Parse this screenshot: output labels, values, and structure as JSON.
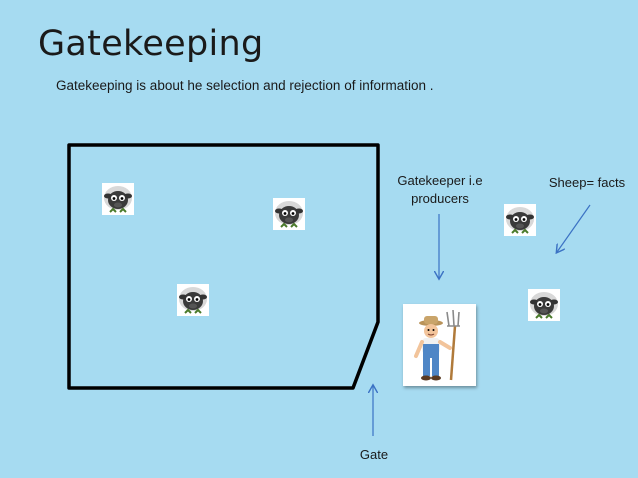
{
  "slide": {
    "title": "Gatekeeping",
    "subtitle": "Gatekeeping is about he selection and rejection of information .",
    "labels": {
      "gatekeeper_line1": "Gatekeeper i.e",
      "gatekeeper_line2": "producers",
      "sheep_facts": "Sheep= facts",
      "gate": "Gate"
    }
  },
  "icons": {
    "sheep": "sheep-icon",
    "farmer": "farmer-with-pitchfork-icon",
    "pen": "pen-enclosure-outline"
  },
  "colors": {
    "background": "#a6dbf1",
    "arrow": "#3b72c4",
    "pen_outline": "#000000"
  }
}
